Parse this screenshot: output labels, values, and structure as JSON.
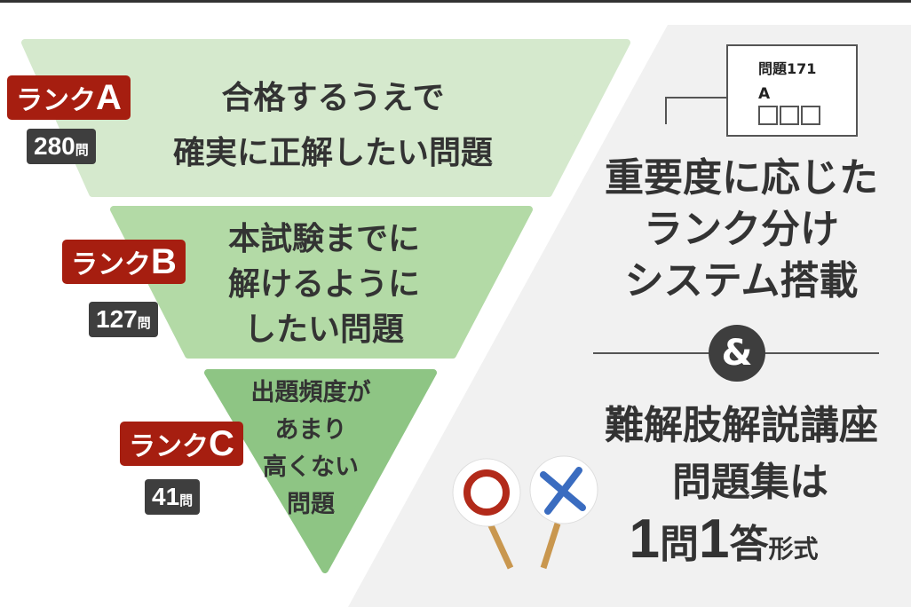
{
  "pyramid": {
    "levels": [
      {
        "rank_prefix": "ランク",
        "rank_letter": "A",
        "count": "280",
        "count_unit": "問",
        "lines": [
          "合格するうえで",
          "確実に正解したい問題"
        ]
      },
      {
        "rank_prefix": "ランク",
        "rank_letter": "B",
        "count": "127",
        "count_unit": "問",
        "lines": [
          "本試験までに",
          "解けるように",
          "したい問題"
        ]
      },
      {
        "rank_prefix": "ランク",
        "rank_letter": "C",
        "count": "41",
        "count_unit": "問",
        "lines": [
          "出題頻度が",
          "あまり",
          "高くない",
          "問題"
        ]
      }
    ],
    "colors": [
      "#d5e9cd",
      "#b3daa6",
      "#8ec584"
    ]
  },
  "sample_card": {
    "title": "問題171",
    "rank": "A"
  },
  "feature1": [
    "重要度に応じた",
    "ランク分け",
    "システム搭載"
  ],
  "ampersand": "&",
  "feature2": {
    "lines": [
      "難解肢解説講座",
      "問題集は"
    ],
    "big1": "1",
    "q": "問",
    "big2": "1",
    "a": "答",
    "suffix": "形式"
  },
  "paddles": {
    "maru": "○",
    "batsu": "×"
  }
}
